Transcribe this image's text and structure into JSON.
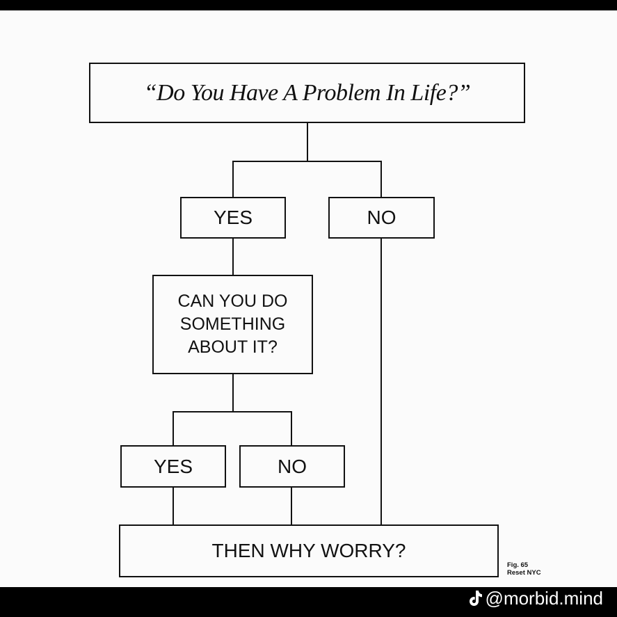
{
  "diagram": {
    "question": "“Do You Have A Problem In Life?”",
    "answer_yes": "YES",
    "answer_no": "NO",
    "followup": "CAN YOU DO SOMETHING ABOUT IT?",
    "sub_yes": "YES",
    "sub_no": "NO",
    "conclusion": "THEN WHY WORRY?"
  },
  "figure": {
    "caption": "Fig. 65\nReset NYC"
  },
  "overlay": {
    "credit": "@morbid.mind",
    "icon": "tiktok-icon"
  }
}
